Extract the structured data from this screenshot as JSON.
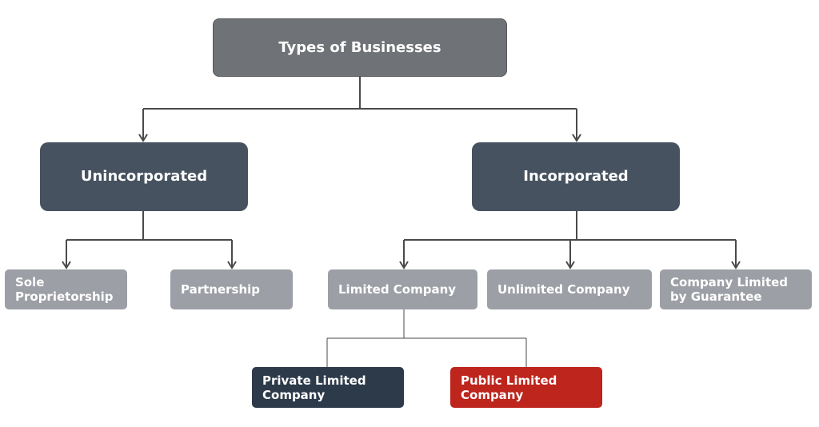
{
  "diagram": {
    "root": {
      "label": "Types of Businesses"
    },
    "categories": [
      {
        "id": "unincorporated",
        "label": "Unincorporated"
      },
      {
        "id": "incorporated",
        "label": "Incorporated"
      }
    ],
    "unincorporated_types": [
      {
        "id": "sole-proprietorship",
        "label": "Sole Proprietorship"
      },
      {
        "id": "partnership",
        "label": "Partnership"
      }
    ],
    "incorporated_types": [
      {
        "id": "limited-company",
        "label": "Limited Company"
      },
      {
        "id": "unlimited-company",
        "label": "Unlimited Company"
      },
      {
        "id": "company-limited-by-guarantee",
        "label": "Company Limited by Guarantee"
      }
    ],
    "limited_company_types": [
      {
        "id": "private-limited-company",
        "label": "Private Limited Company"
      },
      {
        "id": "public-limited-company",
        "label": "Public Limited Company"
      }
    ],
    "colors": {
      "root": "#6f7276",
      "category": "#46525f",
      "leaf": "#9d9fa6",
      "private": "#2d3a4a",
      "public": "#bd251d",
      "connector": "#4a4a4a"
    }
  }
}
